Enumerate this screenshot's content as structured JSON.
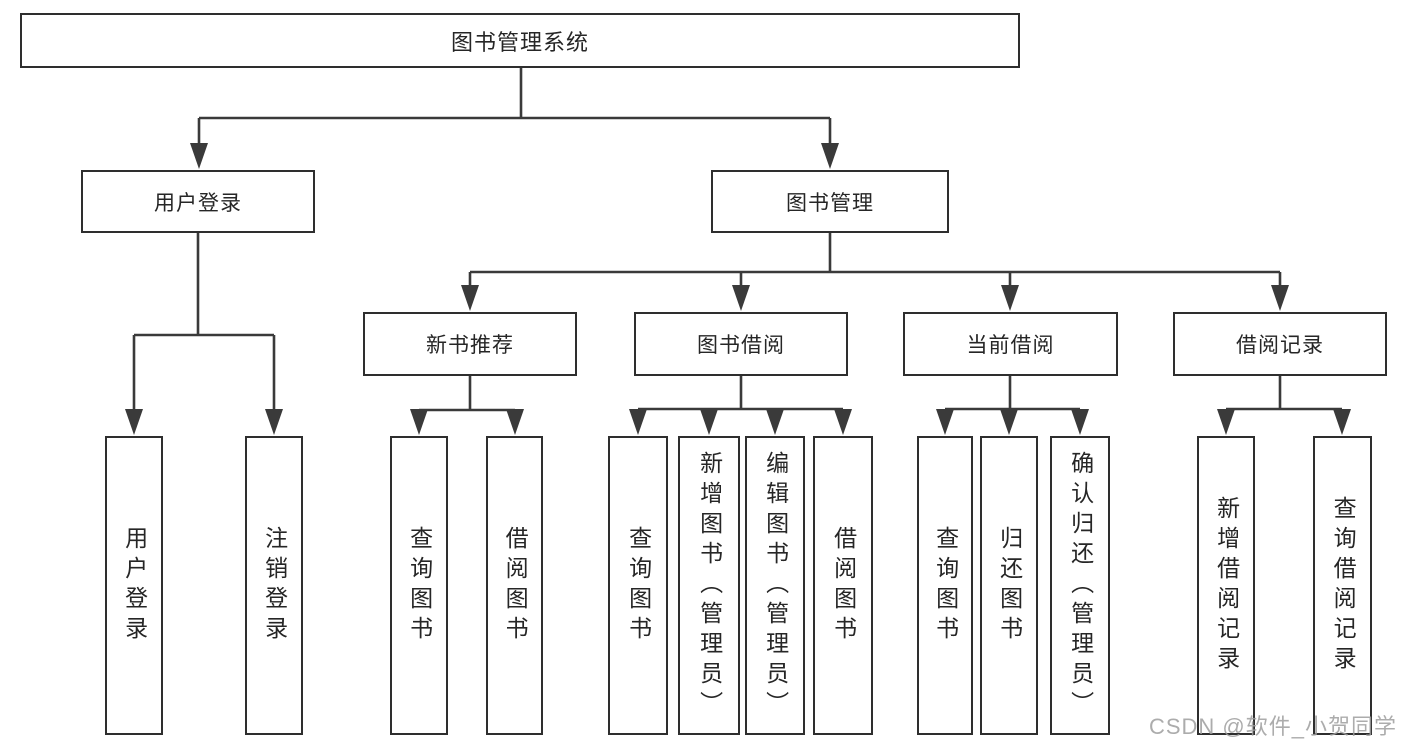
{
  "diagram": {
    "title": "图书管理系统",
    "watermark": "CSDN @软件_小贺同学",
    "colors": {
      "line": "#3a3a3a",
      "border": "#2e2e2e",
      "text": "#262626",
      "background": "#ffffff",
      "watermark": "#9e9e9e"
    },
    "nodes": {
      "root": {
        "label": "图书管理系统"
      },
      "user_login": {
        "label": "用户登录"
      },
      "book_mgmt": {
        "label": "图书管理"
      },
      "new_book_rec": {
        "label": "新书推荐"
      },
      "book_borrow": {
        "label": "图书借阅"
      },
      "current_borrow": {
        "label": "当前借阅"
      },
      "borrow_record": {
        "label": "借阅记录"
      },
      "leaf_user_login": {
        "label": "用户登录"
      },
      "leaf_logout": {
        "label": "注销登录"
      },
      "leaf_nb_query": {
        "label": "查询图书"
      },
      "leaf_nb_borrow": {
        "label": "借阅图书"
      },
      "leaf_bb_query": {
        "label": "查询图书"
      },
      "leaf_bb_add": {
        "label": "新增图书（管理员）"
      },
      "leaf_bb_edit": {
        "label": "编辑图书（管理员）"
      },
      "leaf_bb_borrow": {
        "label": "借阅图书"
      },
      "leaf_cb_query": {
        "label": "查询图书"
      },
      "leaf_cb_return": {
        "label": "归还图书"
      },
      "leaf_cb_confirm": {
        "label": "确认归还（管理员）"
      },
      "leaf_br_add": {
        "label": "新增借阅记录"
      },
      "leaf_br_query": {
        "label": "查询借阅记录"
      }
    }
  }
}
